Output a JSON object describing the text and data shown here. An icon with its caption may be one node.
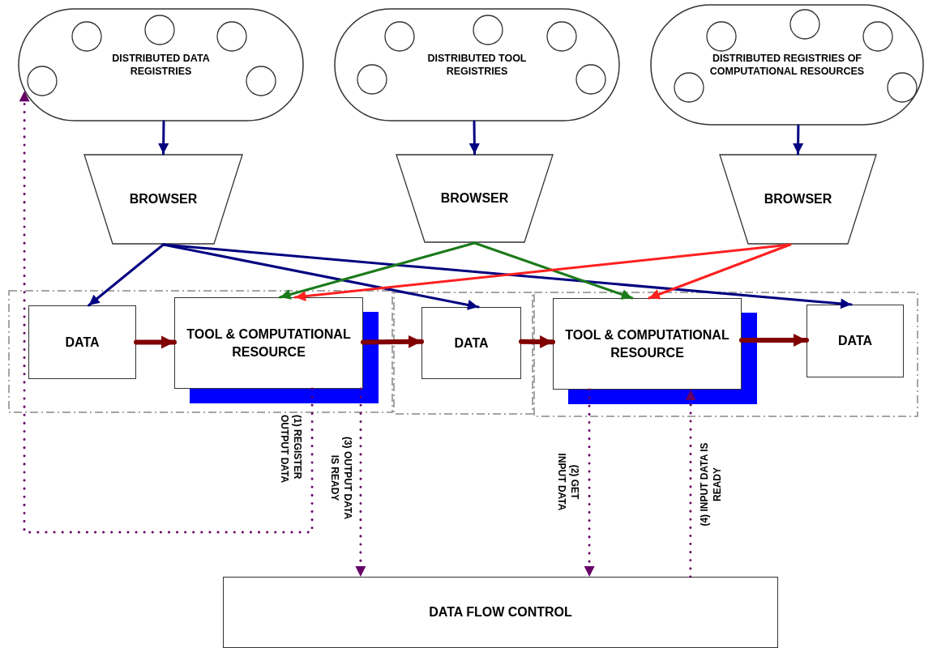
{
  "diagram": {
    "nodes": [
      {
        "text": [
          "DISTRIBUTED DATA REGISTRIES"
        ]
      },
      {
        "text": [
          "DISTRIBUTED TOOL REGISTRIES"
        ]
      },
      {
        "text": [
          "DISTRIBUTED REGISTRIES OF COMPUTATIONAL RESOURCES"
        ]
      },
      {
        "text": [
          "BROWSER"
        ]
      },
      {
        "text": [
          "BROWSER"
        ]
      },
      {
        "text": [
          "BROWSER"
        ]
      },
      {
        "text": [],
        "shape": "box"
      },
      {
        "text": [
          "DATA"
        ],
        "in": 6
      },
      {
        "text": [
          "TOOL & COMPUTATIONAL RESOURCE"
        ],
        "in": 6
      },
      {
        "text": [],
        "shape": "box"
      },
      {
        "text": [
          "DATA"
        ],
        "in": 9
      },
      {
        "text": [],
        "shape": "box"
      },
      {
        "text": [
          "TOOL & COMPUTATIONAL RESOURCE"
        ],
        "in": 11
      },
      {
        "text": [
          "DATA"
        ],
        "in": 11
      },
      {
        "text": [
          "DATA FLOW CONTROL"
        ]
      }
    ],
    "edges": [
      {
        "from": 0,
        "to": 3,
        "arrow": "to"
      },
      {
        "from": 1,
        "to": 4,
        "arrow": "to"
      },
      {
        "from": 2,
        "to": 5,
        "arrow": "to"
      },
      {
        "from": 3,
        "to": 7,
        "arrow": "to"
      },
      {
        "from": 3,
        "to": 10,
        "arrow": "to"
      },
      {
        "from": 3,
        "to": 13,
        "arrow": "to"
      },
      {
        "from": 4,
        "to": 8,
        "arrow": "to",
        "color": "#1a7a1a"
      },
      {
        "from": 4,
        "to": 12,
        "arrow": "to",
        "color": "#1a7a1a"
      },
      {
        "from": 5,
        "to": 8,
        "arrow": "to",
        "color": "#ff2020"
      },
      {
        "from": 5,
        "to": 12,
        "arrow": "to",
        "color": "#ff2020"
      },
      {
        "from": 7,
        "to": 8,
        "arrow": "to",
        "style": "thick",
        "color": "#800000"
      },
      {
        "from": 8,
        "to": 10,
        "arrow": "to",
        "style": "thick",
        "color": "#800000"
      },
      {
        "from": 10,
        "to": 12,
        "arrow": "to",
        "style": "thick",
        "color": "#800000"
      },
      {
        "from": 12,
        "to": 13,
        "arrow": "to",
        "style": "thick",
        "color": "#800000"
      },
      {
        "from": 8,
        "to": 0,
        "arrow": "to",
        "label": "(1) REGISTER OUTPUT DATA",
        "style": "dashed",
        "color": "#660066"
      },
      {
        "from": 8,
        "to": 14,
        "arrow": "to",
        "label": "(3) OUTPUT DATA IS READY",
        "style": "dashed",
        "color": "#660066"
      },
      {
        "from": 12,
        "to": 14,
        "arrow": "to",
        "label": "(2) GET INPUT DATA",
        "style": "dashed",
        "color": "#660066"
      },
      {
        "from": 14,
        "to": 12,
        "arrow": "to",
        "label": "(4) INPUT DATA IS READY",
        "style": "dashed",
        "color": "#660066"
      }
    ]
  }
}
